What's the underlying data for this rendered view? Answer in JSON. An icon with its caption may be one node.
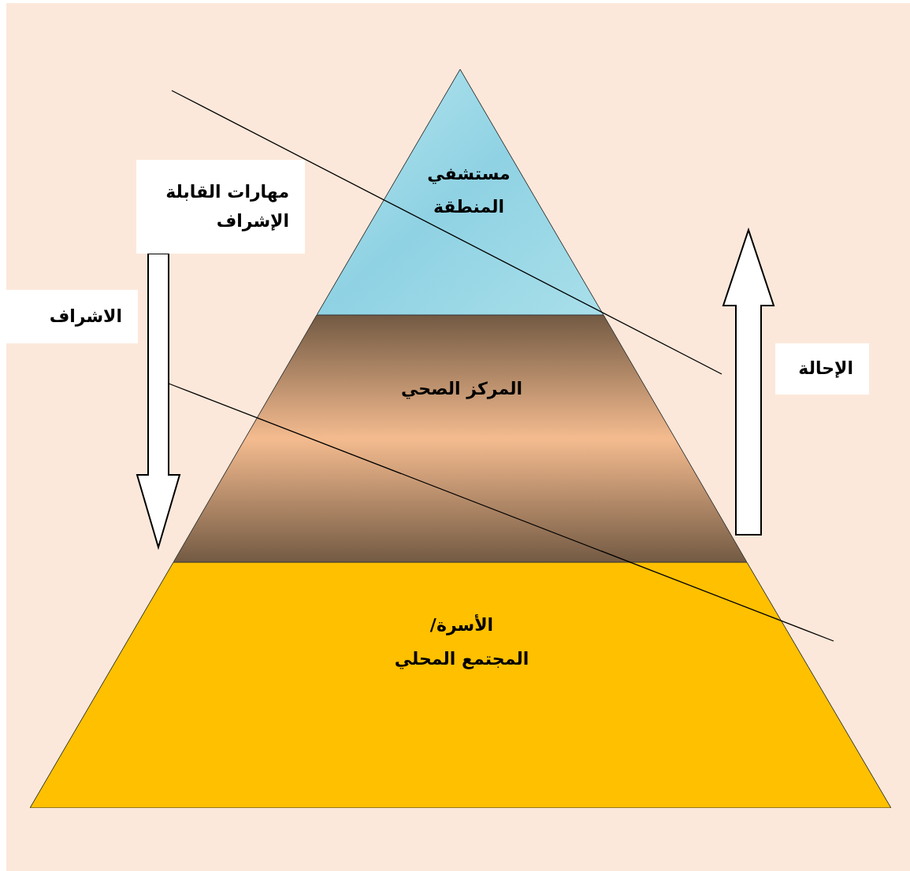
{
  "diagram": {
    "nodes": [
      {
        "text": [
          "مستشفي المنطقة"
        ]
      },
      {
        "text": [
          "المركز الصحي"
        ]
      },
      {
        "text": [
          "الأسرة/",
          "المجتمع المحلي"
        ]
      },
      {
        "text": [
          "مهارات القابلة",
          "الإشراف"
        ]
      },
      {
        "text": [
          "الاشراف"
        ]
      },
      {
        "text": [
          "الإحالة"
        ]
      }
    ],
    "edges": [
      {
        "from": 3,
        "to": 2,
        "arrow": "to"
      },
      {
        "from": 1,
        "to": 0,
        "arrow": "to"
      }
    ]
  }
}
